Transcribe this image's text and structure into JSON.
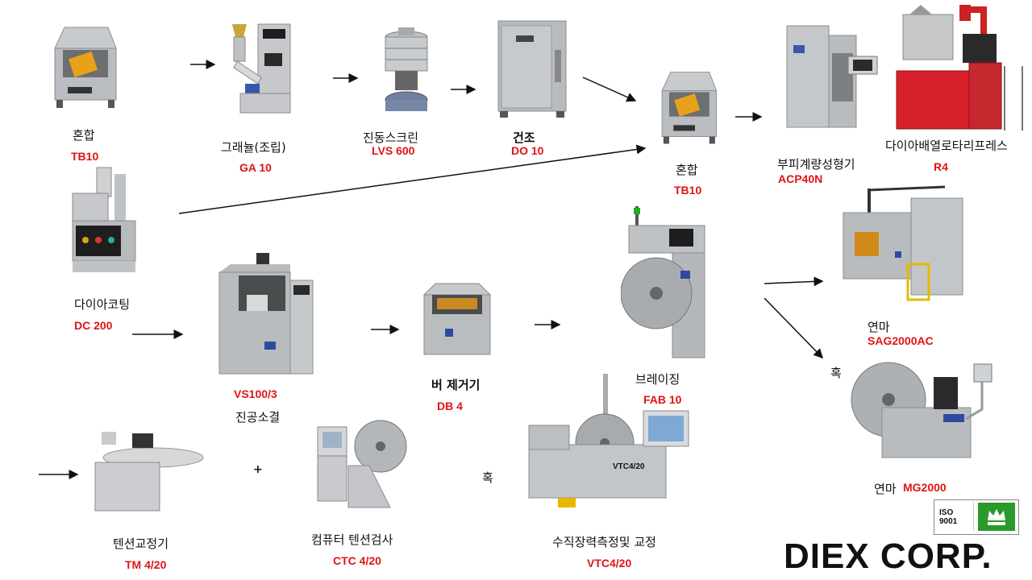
{
  "nodes": {
    "tb10_a": {
      "name": "혼합",
      "code": "TB10"
    },
    "ga10": {
      "name": "그래뉼(조립)",
      "code": "GA 10"
    },
    "lvs600": {
      "name": "진동스크린",
      "code": "LVS 600"
    },
    "do10": {
      "name": "건조",
      "code": "DO 10"
    },
    "tb10_b": {
      "name": "혼합",
      "code": "TB10"
    },
    "acp40n": {
      "name": "부피계량성형기",
      "code": "ACP40N"
    },
    "r4": {
      "name": "다이아배열로타리프레스",
      "code": "R4"
    },
    "dc200": {
      "name": "다이아코팅",
      "code": "DC 200"
    },
    "vs100": {
      "code": "VS100/3",
      "name": "진공소결"
    },
    "db4": {
      "name": "버 제거기",
      "code": "DB 4"
    },
    "fab10": {
      "name": "브레이징",
      "code": "FAB 10"
    },
    "sag2000ac": {
      "name": "연마",
      "code": "SAG2000AC"
    },
    "mg2000": {
      "name": "연마",
      "code": "MG2000"
    },
    "tm420": {
      "name": "텐션교정기",
      "code": "TM 4/20"
    },
    "ctc420": {
      "name": "컴퓨터 텐션검사",
      "code": "CTC 4/20"
    },
    "vtc420": {
      "name": "수직장력측정및 교정",
      "code": "VTC4/20",
      "machine_label": "VTC4/20"
    }
  },
  "connectors": {
    "or_right": "혹",
    "or_bottom": "혹",
    "plus": "+"
  },
  "brand": {
    "logo": "DIEX CORP.",
    "iso": "ISO 9001"
  },
  "colors": {
    "code_red": "#e01414",
    "machine_gray": "#b9bcc0",
    "accent_yellow": "#e8a21a",
    "logo_red": "#d81e1e"
  }
}
